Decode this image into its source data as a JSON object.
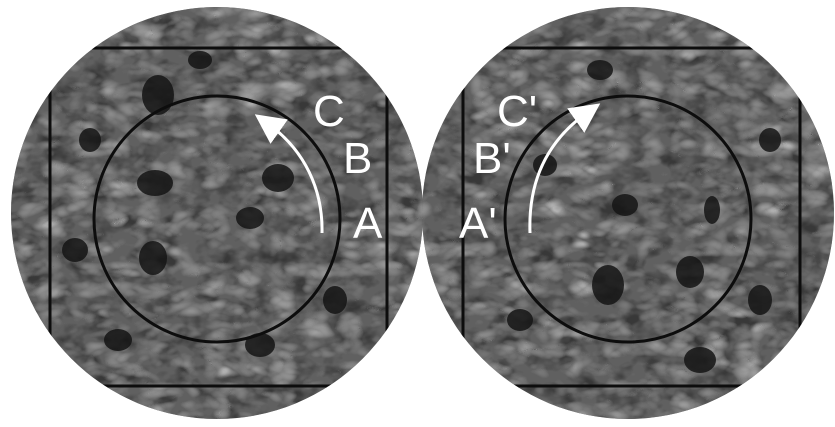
{
  "figure": {
    "colors": {
      "background": "#ffffff",
      "tissue_dark": "#1e1e1e",
      "tissue_mid": "#3a3a3a",
      "tissue_light": "#5a5a5a",
      "outline": "#0d0d0d",
      "annotation": "#ffffff"
    },
    "left_panel": {
      "labels": {
        "c": "C",
        "b": "B",
        "a": "A"
      }
    },
    "right_panel": {
      "labels": {
        "c": "C'",
        "b": "B'",
        "a": "A'"
      }
    }
  }
}
